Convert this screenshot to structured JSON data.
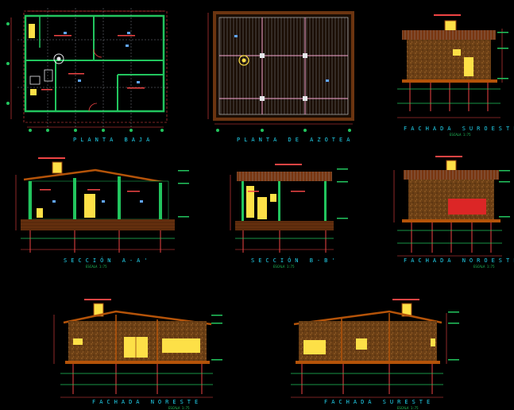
{
  "drawings": {
    "planta_baja": {
      "caption": "PLANTA BAJA"
    },
    "planta_azotea": {
      "caption": "PLANTA DE AZOTEA"
    },
    "fachada_suroeste_top": {
      "caption": "FACHADA SUROESTE",
      "scale": "ESCALA 1:75"
    },
    "seccion_aa": {
      "caption": "SECCIÓN A-A'",
      "scale": "ESCALA 1:75"
    },
    "seccion_bb": {
      "caption": "SECCIÓN B-B'",
      "scale": "ESCALA 1:75"
    },
    "fachada_noroeste": {
      "caption": "FACHADA NOROESTE",
      "scale": "ESCALA 1:75"
    },
    "fachada_noreste": {
      "caption": "FACHADA NORESTE",
      "scale": "ESCALA 1:75"
    },
    "fachada_sureste": {
      "caption": "FACHADA SURESTE",
      "scale": "ESCALA 1:75"
    }
  },
  "colors": {
    "background": "#000000",
    "wall_green": "#22c55e",
    "dimension_red": "#ef4444",
    "caption_cyan": "#22d3ee",
    "door_yellow": "#fde047",
    "terrain_brown": "#6b3410",
    "texture_brown": "#7a4a1c",
    "highlight_red": "#dc2626",
    "symbol_blue": "#60a5fa",
    "roof_orange": "#b45309"
  }
}
